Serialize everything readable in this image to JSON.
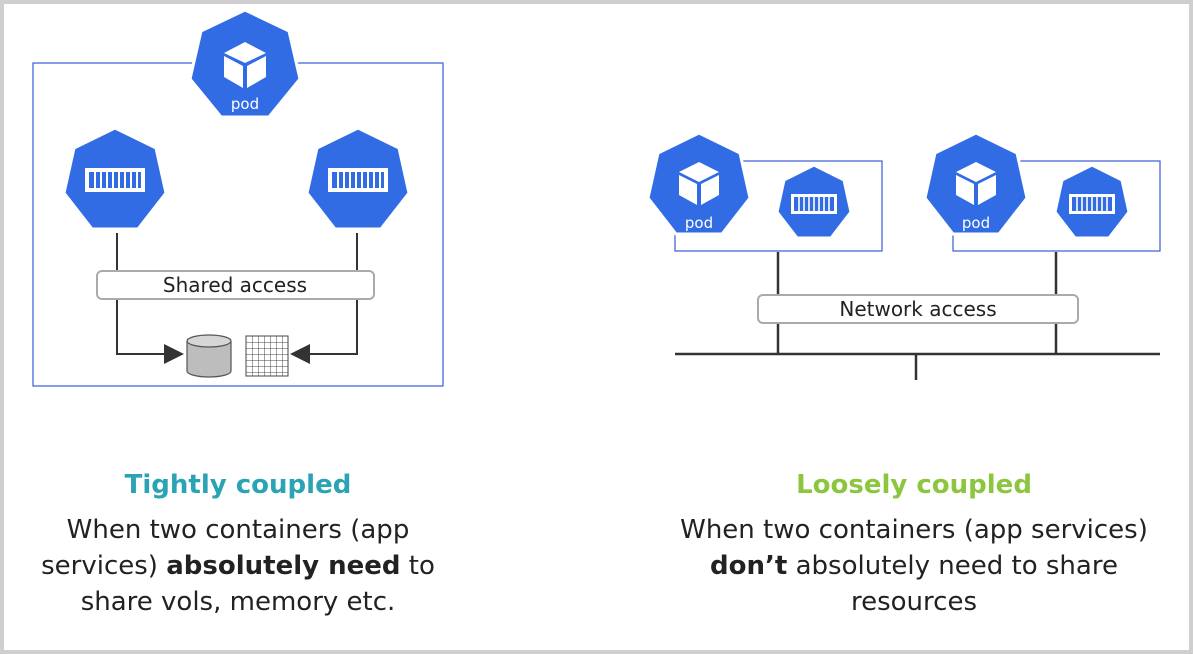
{
  "diagram": {
    "left": {
      "pod_label": "pod",
      "bar_label": "Shared access",
      "title": "Tightly coupled",
      "title_color": "#2aa3b5",
      "desc_part1": "When two containers (app services) ",
      "desc_bold": "absolutely need",
      "desc_part2": " to share vols, memory etc."
    },
    "right": {
      "pod1_label": "pod",
      "pod2_label": "pod",
      "bar_label": "Network access",
      "title": "Loosely coupled",
      "title_color": "#8cc63f",
      "desc_part1": "When two containers (app services) ",
      "desc_bold": "don’t",
      "desc_part2": " absolutely need to share resources"
    }
  },
  "colors": {
    "kube_blue": "#326ce5",
    "frame_blue": "#3a5bd9",
    "line": "#333333"
  }
}
